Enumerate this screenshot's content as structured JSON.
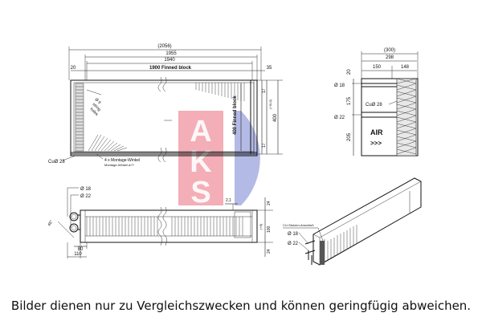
{
  "logo": {
    "letters": [
      "A",
      "K",
      "S"
    ],
    "brand_red": "#e05060",
    "brand_blue": "#6070c0"
  },
  "front_view": {
    "dims": {
      "overall": "(2056)",
      "len1": "1955",
      "len2": "1940",
      "finned": "1900 Finned block",
      "left_offset": "20",
      "right_offset": "35",
      "height_finned": "400 Finned block",
      "h_total": "400",
      "h_total_tol": "(+3/-0)",
      "top_17": "17",
      "bot_17": "17"
    },
    "labels": {
      "hole": "Ø 9",
      "hole2": "string",
      "hole3": "holes",
      "cu_tube": "CuØ 28",
      "bracket": "4 x Montage-Winkel",
      "bracket_sub": "Montage-Winkel ø??"
    }
  },
  "side_view": {
    "dims": {
      "overall": "(300)",
      "d298": "298",
      "d150": "150",
      "d148": "148",
      "v20": "20",
      "v175": "175",
      "v205": "205"
    },
    "labels": {
      "d18": "Ø 18",
      "cu28": "CuØ 28",
      "d22": "Ø 22",
      "air": "AIR",
      "arrows": ">>>"
    }
  },
  "bottom_view": {
    "dims": {
      "d80": "80",
      "d110": "110",
      "d2_1": "2,1",
      "v24a": "24",
      "v24b": "24",
      "v100": "100",
      "tol": "(+8)",
      "angle": "45°"
    },
    "labels": {
      "d18": "Ø 18",
      "d22": "Ø 22"
    }
  },
  "iso_view": {
    "labels": {
      "connection": "CU-Stutzen-Anschluß",
      "d18": "Ø 18",
      "d22": "Ø 22"
    }
  },
  "disclaimer": "Bilder dienen nur zu Vergleichszwecken und können geringfügig abweichen."
}
